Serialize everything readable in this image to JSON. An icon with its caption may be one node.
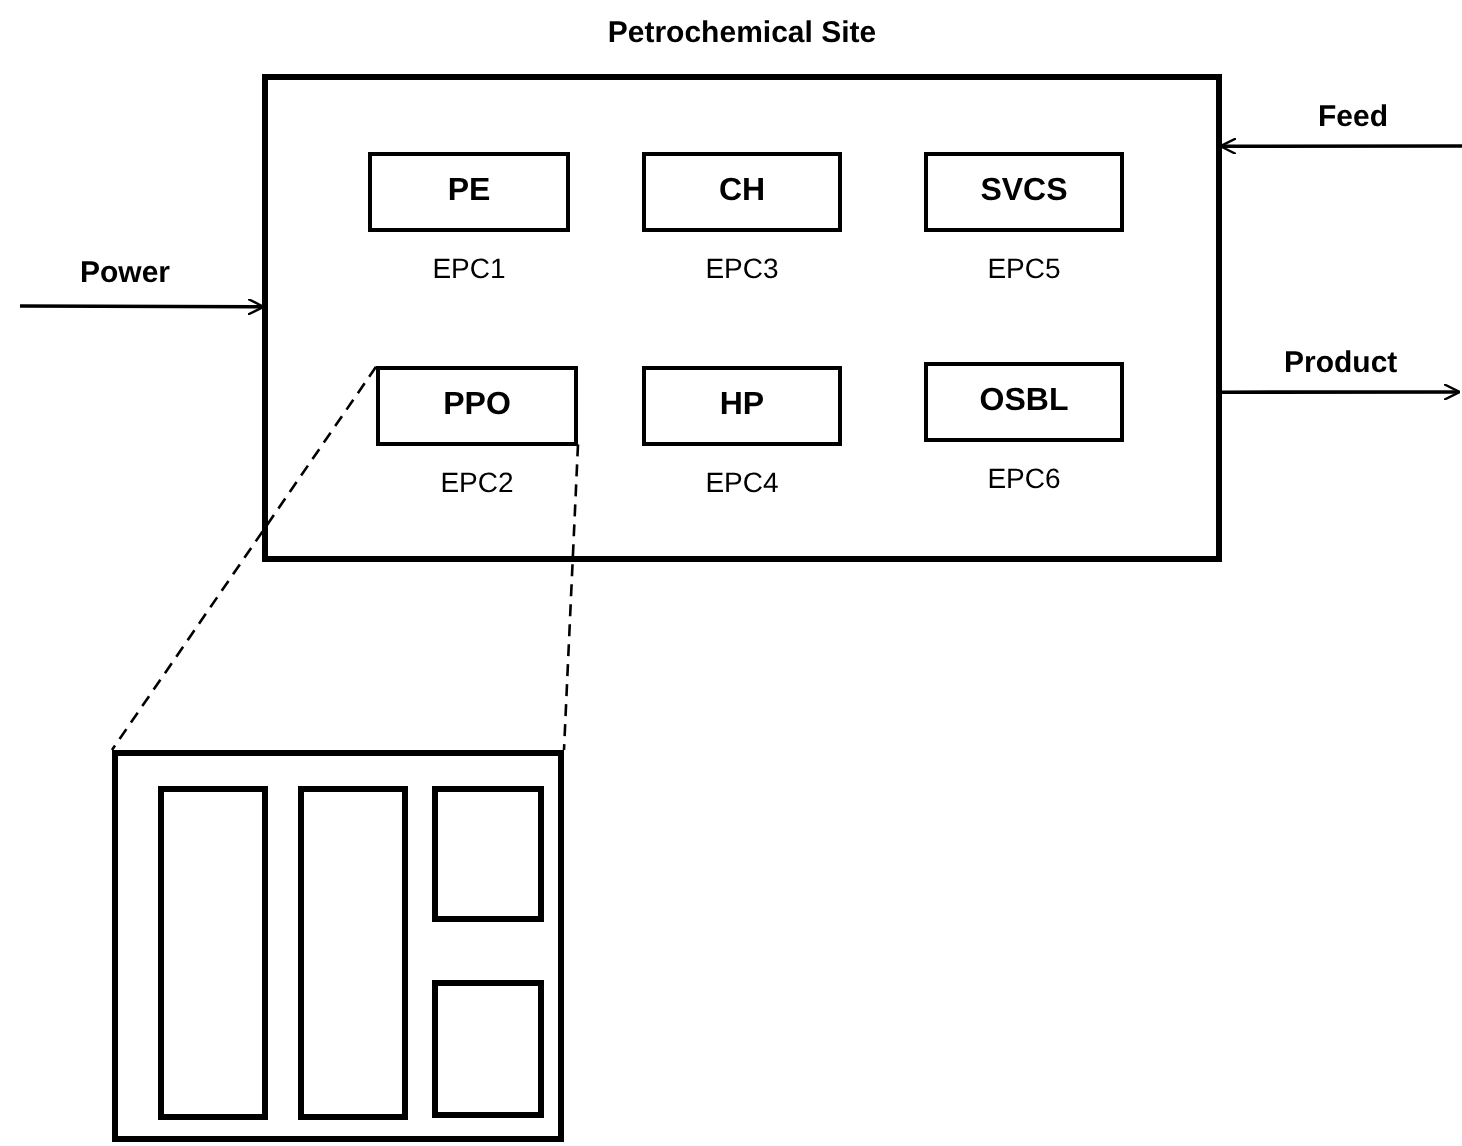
{
  "diagram": {
    "nodes": [
      {
        "text": [
          "Petrochemical Site"
        ]
      },
      {
        "text": [
          "PE"
        ],
        "in": 0,
        "beside": [
          "EPC1"
        ]
      },
      {
        "text": [
          "CH"
        ],
        "in": 0,
        "beside": [
          "EPC3"
        ]
      },
      {
        "text": [
          "SVCS"
        ],
        "in": 0,
        "beside": [
          "EPC5"
        ]
      },
      {
        "text": [
          "PPO"
        ],
        "in": 0,
        "beside": [
          "EPC2"
        ]
      },
      {
        "text": [
          "HP"
        ],
        "in": 0,
        "beside": [
          "EPC4"
        ]
      },
      {
        "text": [
          "OSBL"
        ],
        "in": 0,
        "beside": [
          "EPC6"
        ]
      },
      {
        "text": [],
        "shape": "box"
      },
      {
        "text": [],
        "shape": "box",
        "in": 7
      },
      {
        "text": [],
        "shape": "box",
        "in": 7
      },
      {
        "text": [],
        "shape": "box",
        "in": 7
      },
      {
        "text": [],
        "shape": "box",
        "in": 7
      }
    ],
    "edges": [
      {
        "from": null,
        "to": 0,
        "arrow": "to",
        "label": "Power"
      },
      {
        "from": null,
        "to": 0,
        "arrow": "to",
        "label": "Feed"
      },
      {
        "from": 0,
        "to": null,
        "arrow": "to",
        "label": "Product"
      },
      {
        "from": 4,
        "to": 7,
        "arrow": "none",
        "style": "dashed"
      },
      {
        "from": 4,
        "to": 7,
        "arrow": "none",
        "style": "dashed"
      }
    ]
  }
}
